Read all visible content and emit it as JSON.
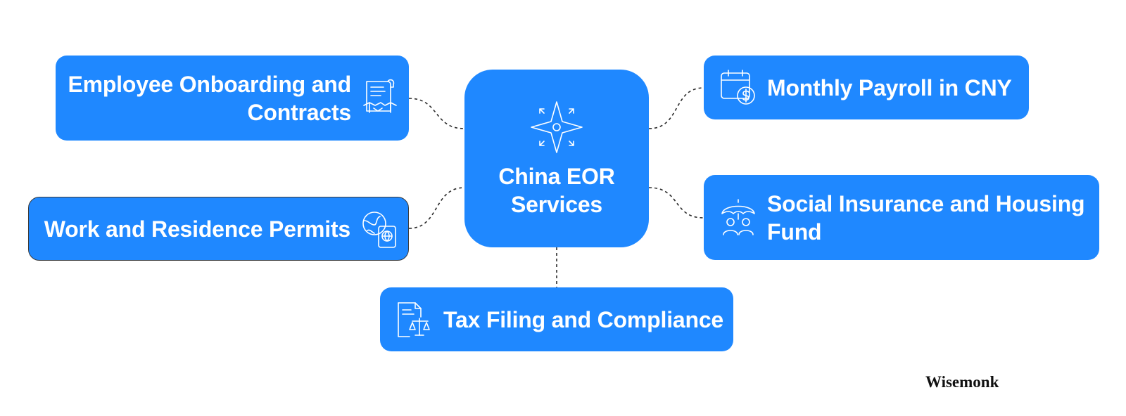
{
  "center": {
    "label": "China EOR Services",
    "icon": "compass-star-icon"
  },
  "nodes": {
    "onboarding": {
      "label": "Employee Onboarding and Contracts",
      "icon": "contract-handshake-icon"
    },
    "permits": {
      "label": "Work and Residence Permits",
      "icon": "globe-passport-icon"
    },
    "payroll": {
      "label": "Monthly Payroll in CNY",
      "icon": "calendar-money-icon"
    },
    "social": {
      "label": "Social Insurance and Housing Fund",
      "icon": "umbrella-family-icon"
    },
    "tax": {
      "label": "Tax Filing and Compliance",
      "icon": "document-scales-icon"
    }
  },
  "brand": {
    "name": "Wisemonk",
    "icon": "wisemonk-logo-icon"
  },
  "colors": {
    "box": "#1f88ff",
    "text": "#ffffff",
    "connector": "#2b2b2b",
    "brand_mark": "#1f6fe0"
  }
}
